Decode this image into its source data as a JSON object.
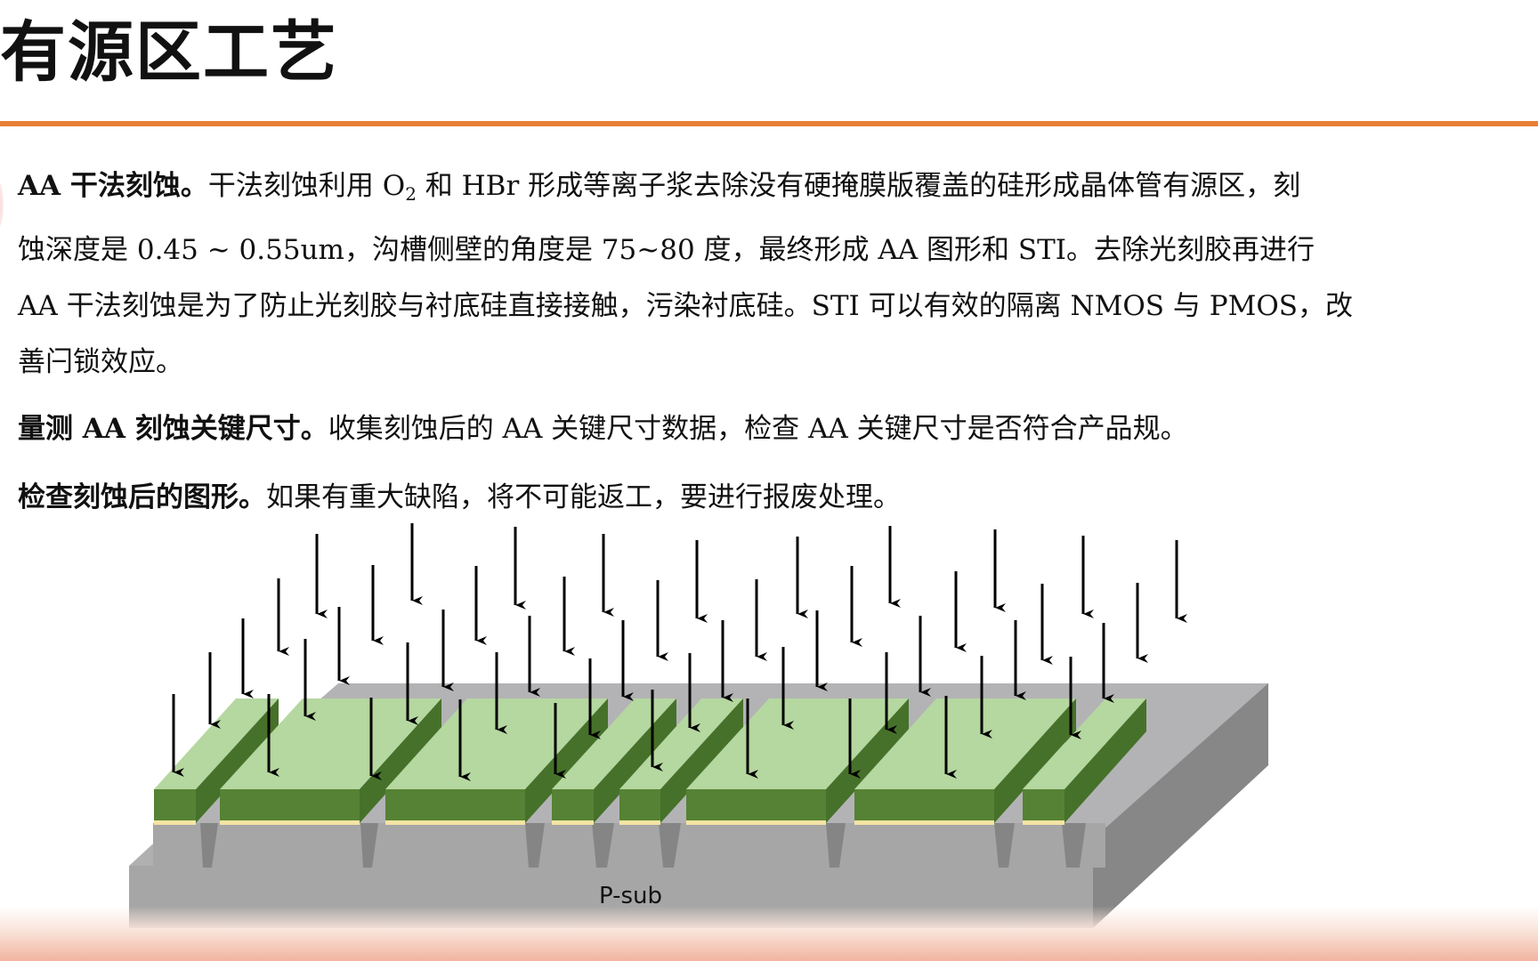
{
  "slide": {
    "title": "有源区工艺",
    "accent_color": "#e87f35"
  },
  "paragraphs": [
    {
      "bold_lead": "AA 干法刻蚀。",
      "lines": [
        "干法刻蚀利用 O",
        "2",
        " 和 HBr 形成等离子浆去除没有硬掩膜版覆盖的硅形成晶体管有源区，刻",
        "蚀深度是 0.45 ~ 0.55um，沟槽侧壁的角度是 75~80 度，最终形成 AA 图形和 STI。去除光刻胶再进行",
        "AA 干法刻蚀是为了防止光刻胶与衬底硅直接接触，污染衬底硅。STI 可以有效的隔离 NMOS 与 PMOS，改",
        "善闩锁效应。"
      ]
    },
    {
      "bold_lead": "量测 AA 刻蚀关键尺寸。",
      "text": "收集刻蚀后的 AA 关键尺寸数据，检查 AA 关键尺寸是否符合产品规。"
    },
    {
      "bold_lead": "检查刻蚀后的图形。",
      "text": "如果有重大缺陷，将不可能返工，要进行报废处理。"
    }
  ],
  "diagram": {
    "substrate_label": "P-sub",
    "colors": {
      "green_top": "#b5d7a0",
      "green_front": "#558234",
      "green_side": "#46712a",
      "pad_oxide": "#f3e4a4",
      "substrate_top": "#b3b3b5",
      "substrate_front": "#a6a6a6",
      "substrate_side": "#878787",
      "arrow": "#000000"
    }
  }
}
